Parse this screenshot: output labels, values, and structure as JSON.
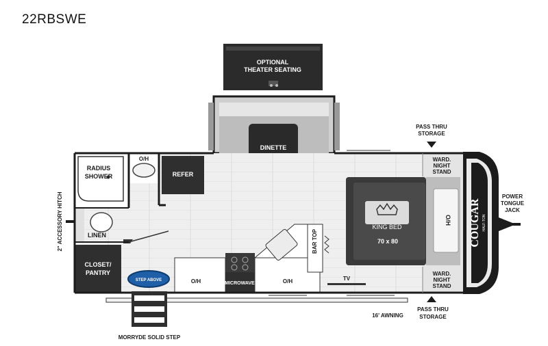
{
  "model": "22RBSWE",
  "labels": {
    "optional_theater": [
      "OPTIONAL",
      "THEATER SEATING"
    ],
    "dinette": "DINETTE",
    "pass_thru_top": [
      "PASS THRU",
      "STORAGE"
    ],
    "pass_thru_bottom": [
      "PASS THRU",
      "STORAGE"
    ],
    "oh_top": "O/H",
    "refer": "REFER",
    "radius_shower": [
      "RADIUS",
      "SHOWER"
    ],
    "ward_top": [
      "WARD.",
      "NIGHT",
      "STAND"
    ],
    "ward_bottom": [
      "WARD.",
      "NIGHT",
      "STAND"
    ],
    "king_bed": "KING BED",
    "bed_size": "70 x 80",
    "oh_bed": "O/H",
    "power_tongue": [
      "POWER",
      "TONGUE",
      "JACK"
    ],
    "brand_logo": "COUGAR",
    "brand_sub": "HALF-TON",
    "accessory_hitch": "2\" ACCESSORY HITCH",
    "linen": "LINEN",
    "bar_top": "BAR TOP",
    "closet_pantry": [
      "CLOSET/",
      "PANTRY"
    ],
    "step_above": "STEP ABOVE",
    "oh_left": "O/H",
    "microwave": "MICROWAVE",
    "oh_right": "O/H",
    "tv": "TV",
    "awning": "16' AWNING",
    "morryde_step": "MORRYDE SOLID STEP"
  },
  "colors": {
    "wall": "#1c1c1c",
    "floor": "#eeeeee",
    "dark_fixture": "#2f2f2f",
    "bed_frame": "#3a3a3a",
    "bed": "#d9d9d9",
    "badge": "#1f5fa8"
  }
}
